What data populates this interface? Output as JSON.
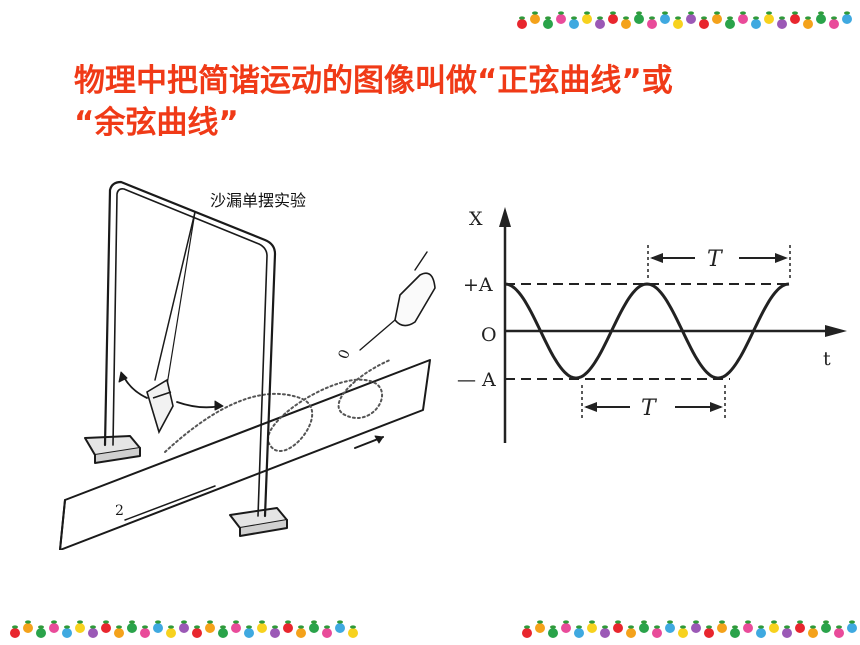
{
  "heading": {
    "line1": "物理中把简谐运动的图像叫做“正弦曲线”或",
    "line2": "“余弦曲线”"
  },
  "apparatus": {
    "caption": "沙漏单摆实验"
  },
  "graph": {
    "y_axis_label": "X",
    "x_axis_label": "t",
    "pos_amp_label": "+A",
    "origin_label": "O",
    "neg_amp_label": "— A",
    "period_label_top": "T",
    "period_label_bottom": "T"
  },
  "chart_data": {
    "type": "line",
    "curve": "sinusoid",
    "start_phase": "starts at +A (cosine)",
    "cycles_shown": 2,
    "amplitude_levels": [
      "+A",
      "-A"
    ]
  },
  "colors": {
    "heading": "#f03a17",
    "ink": "#222222",
    "border_dots": [
      "#e8262e",
      "#f4a21b",
      "#2aa34a",
      "#e94b9a",
      "#3fa9e0",
      "#f7d21e",
      "#9b59b6"
    ]
  },
  "icons": {
    "border": "fruit-dot-icon",
    "hand": "hand-icon",
    "funnel": "sand-funnel-icon"
  }
}
